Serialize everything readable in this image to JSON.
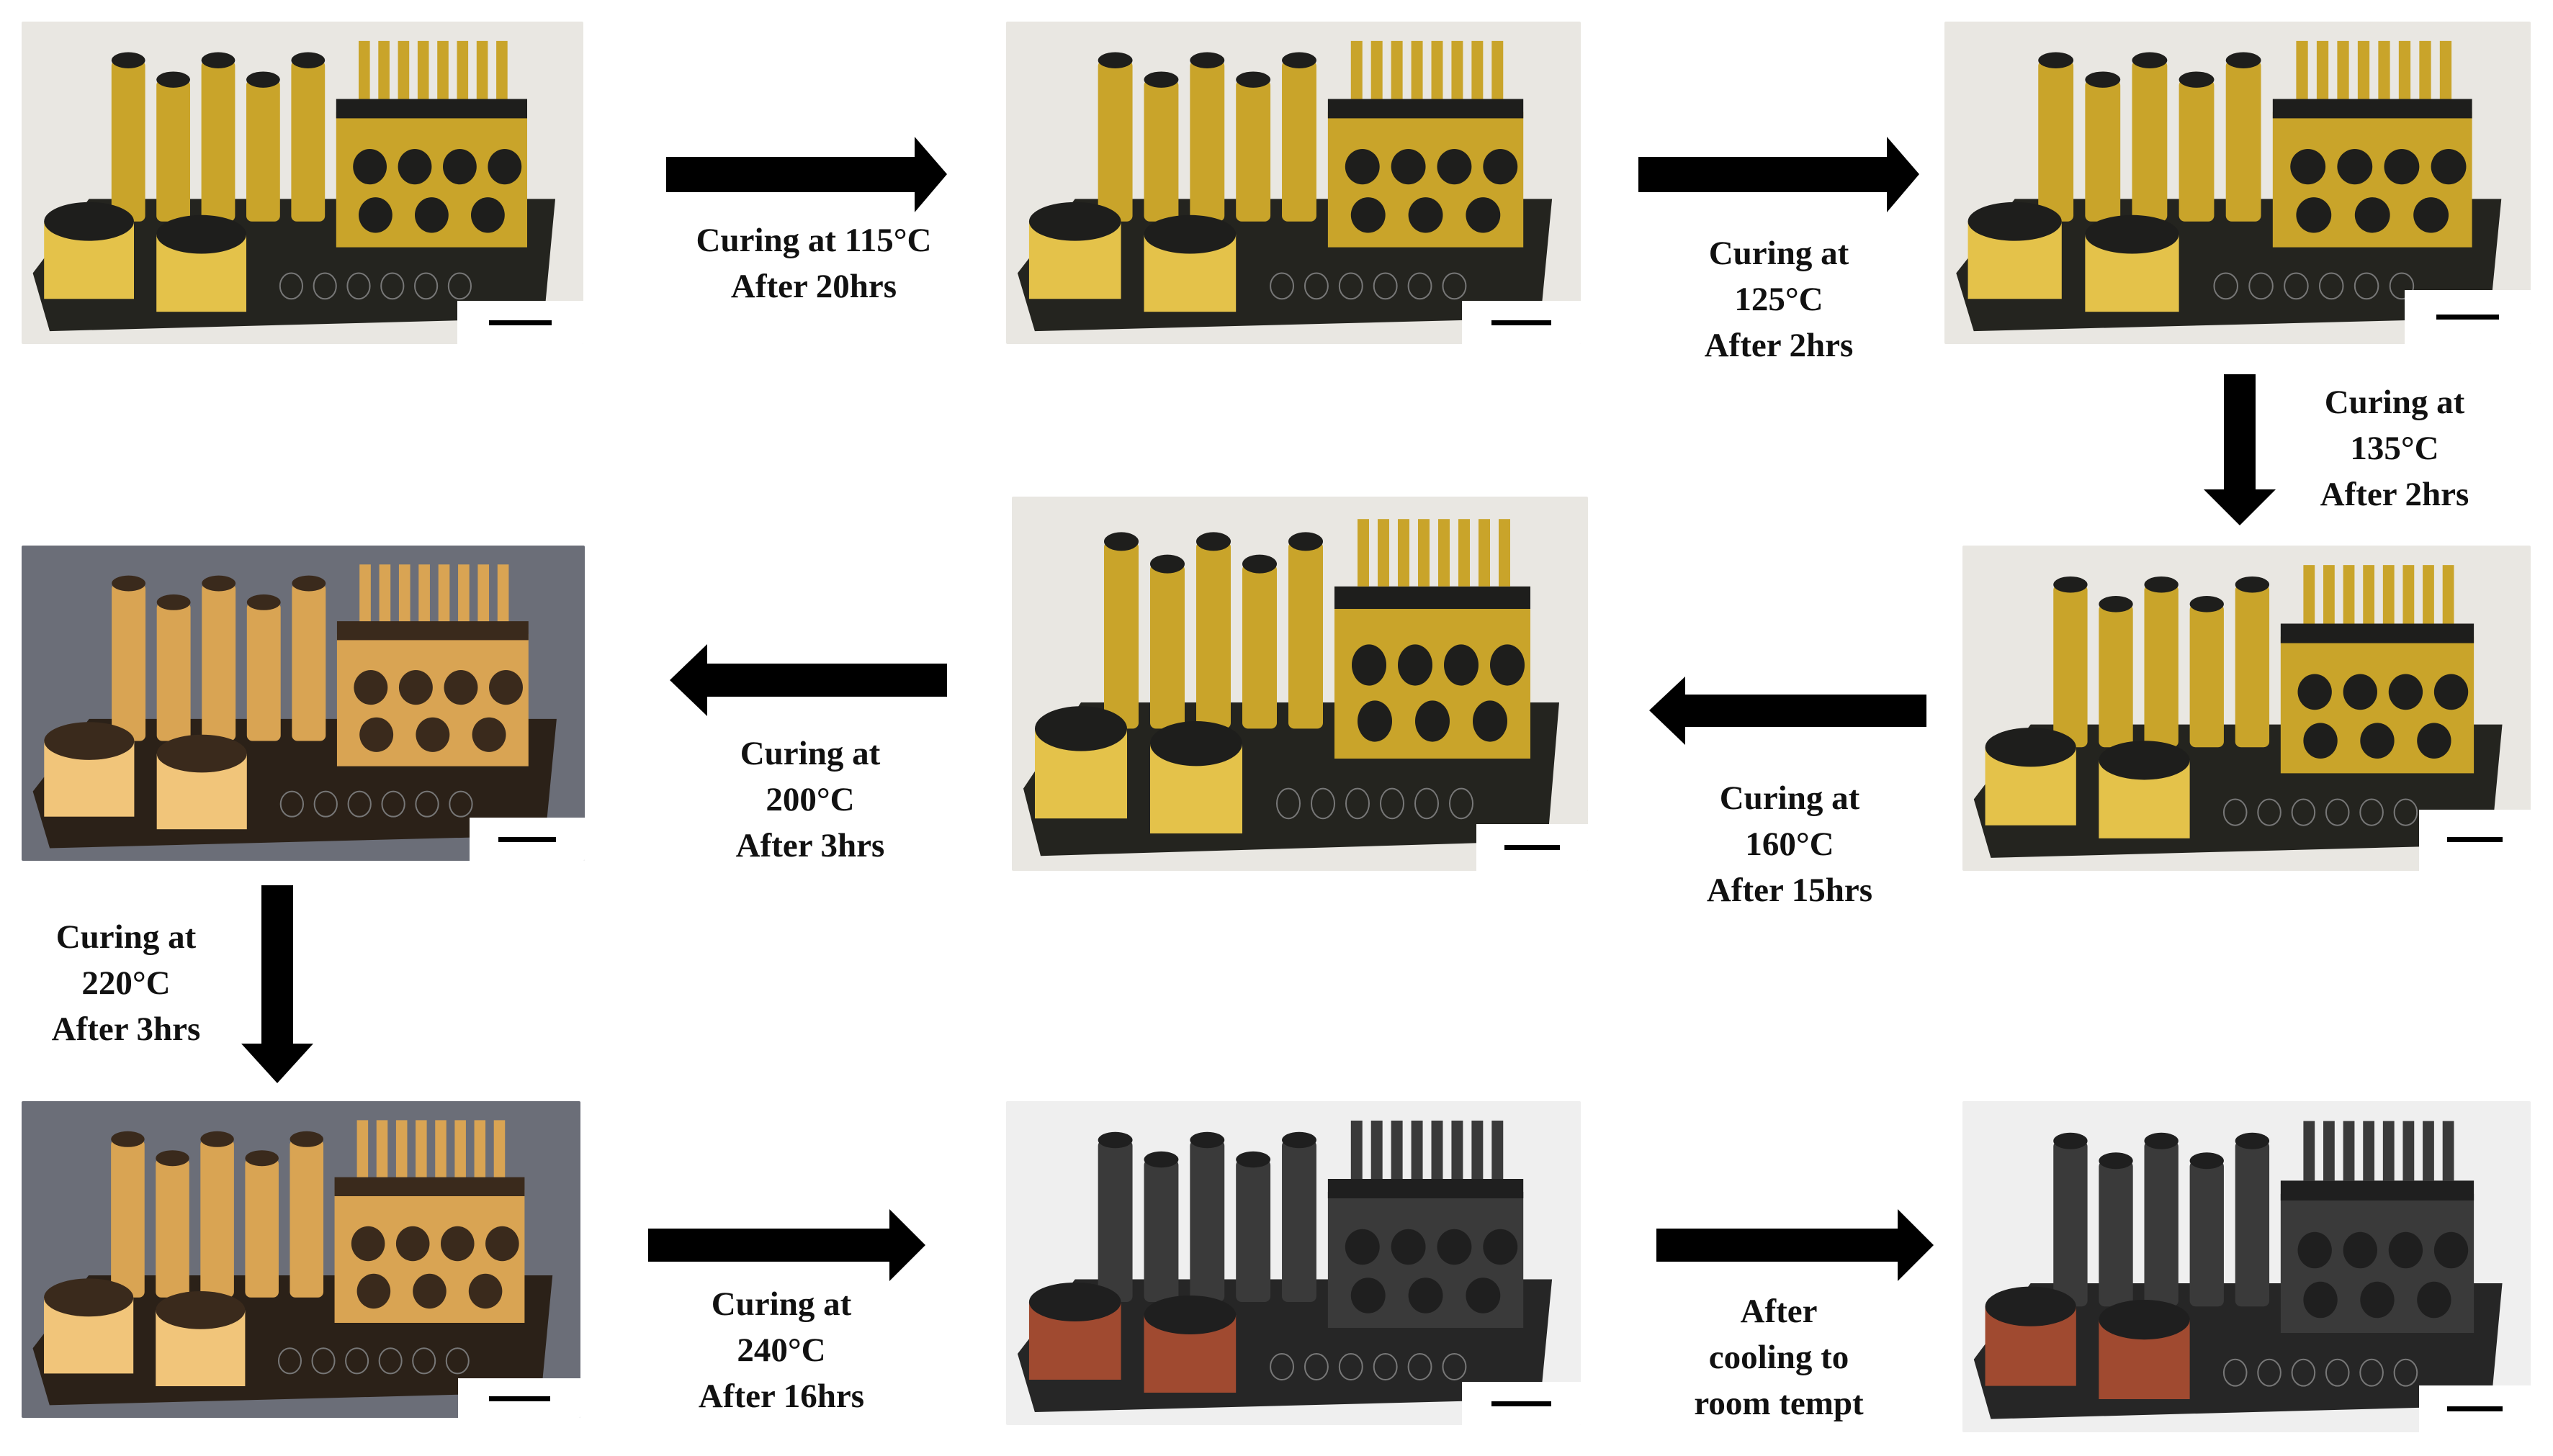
{
  "colors": {
    "yellow": "#c9a42a",
    "black": "#1e1e1c",
    "orange": "#d9a453",
    "red": "#a04a30",
    "arrow": "#000000"
  },
  "steps": [
    {
      "lines": [
        "Curing at 115°C",
        "After 20hrs"
      ]
    },
    {
      "lines": [
        "Curing at",
        "125°C",
        "After 2hrs"
      ]
    },
    {
      "lines": [
        "Curing at",
        "135°C",
        "After 2hrs"
      ]
    },
    {
      "lines": [
        "Curing at",
        "160°C",
        "After 15hrs"
      ]
    },
    {
      "lines": [
        "Curing at",
        "200°C",
        "After 3hrs"
      ]
    },
    {
      "lines": [
        "Curing at",
        "220°C",
        "After 3hrs"
      ]
    },
    {
      "lines": [
        "Curing at",
        "240°C",
        "After 16hrs"
      ]
    },
    {
      "lines": [
        "After",
        "cooling to",
        "room tempt"
      ]
    }
  ],
  "photos": [
    {
      "name": "sample-photo-initial",
      "tone": "yellow"
    },
    {
      "name": "sample-photo-115c",
      "tone": "yellow"
    },
    {
      "name": "sample-photo-125c",
      "tone": "yellow"
    },
    {
      "name": "sample-photo-135c",
      "tone": "yellow"
    },
    {
      "name": "sample-photo-160c",
      "tone": "yellow"
    },
    {
      "name": "sample-photo-200c",
      "tone": "orange"
    },
    {
      "name": "sample-photo-220c",
      "tone": "orange"
    },
    {
      "name": "sample-photo-240c",
      "tone": "red"
    },
    {
      "name": "sample-photo-cooled",
      "tone": "red"
    }
  ]
}
